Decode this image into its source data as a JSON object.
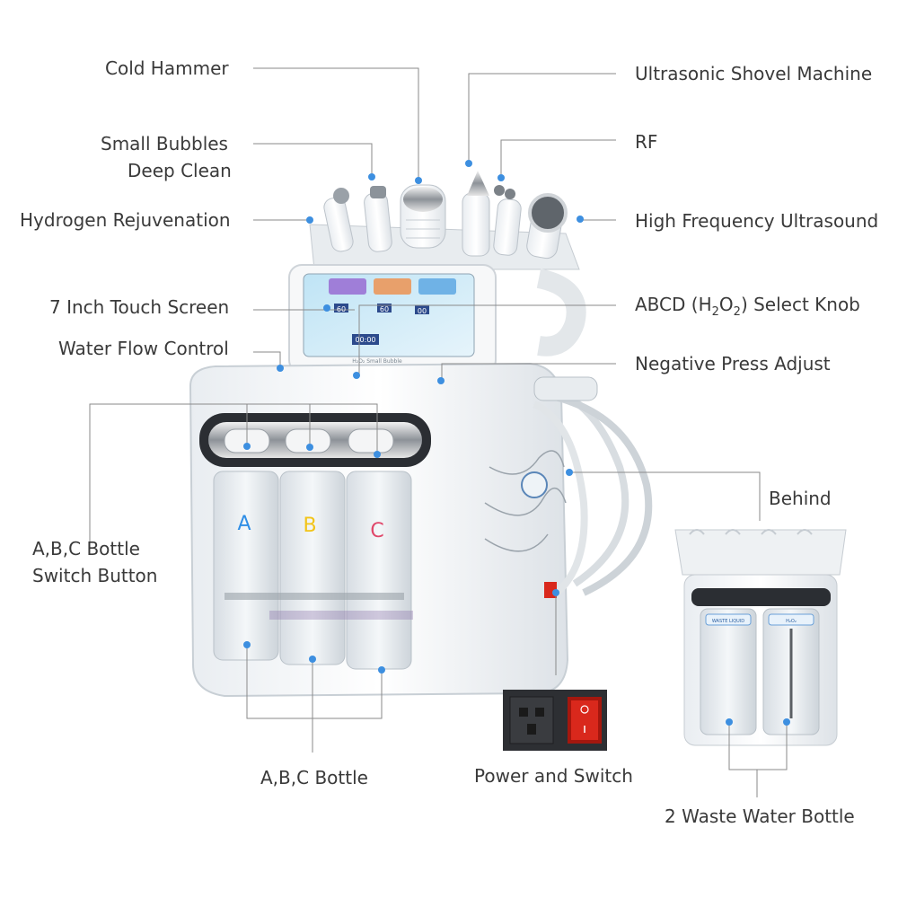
{
  "labels": {
    "cold_hammer": "Cold Hammer",
    "small_bubbles_1": "Small Bubbles",
    "small_bubbles_2": "Deep Clean",
    "hydrogen": "Hydrogen Rejuvenation",
    "touch_screen": "7 Inch Touch Screen",
    "water_flow": "Water Flow Control",
    "abc_switch_1": "A,B,C  Bottle",
    "abc_switch_2": "Switch Button",
    "abc_bottle": "A,B,C  Bottle",
    "ultrasonic": "Ultrasonic Shovel Machine",
    "rf": "RF",
    "hf_ultrasound": "High Frequency Ultrasound",
    "abcd_pre": "ABCD (H",
    "abcd_sub1": "2",
    "abcd_mid": "O",
    "abcd_sub2": "2",
    "abcd_post": ") Select Knob",
    "negative_press": "Negative Press Adjust",
    "behind": "Behind",
    "power": "Power and Switch",
    "waste": "2 Waste Water Bottle"
  },
  "bottles": {
    "a": "A",
    "b": "B",
    "c": "C"
  },
  "screen": {
    "title": "H₂O₂ Small Bubble",
    "v1": "60",
    "v2": "60",
    "v3": "00",
    "timer": "00:00"
  },
  "behind_unit": {
    "left_bottle": "WASTE LIQUID",
    "right_bottle": "H₂O₂"
  },
  "colors": {
    "line": "#8a8a8a",
    "dot": "#3d8fe0",
    "bottle_a": "#2f8ee6",
    "bottle_b": "#f2c418",
    "bottle_c": "#e0476a",
    "switch_red": "#d9281c"
  }
}
